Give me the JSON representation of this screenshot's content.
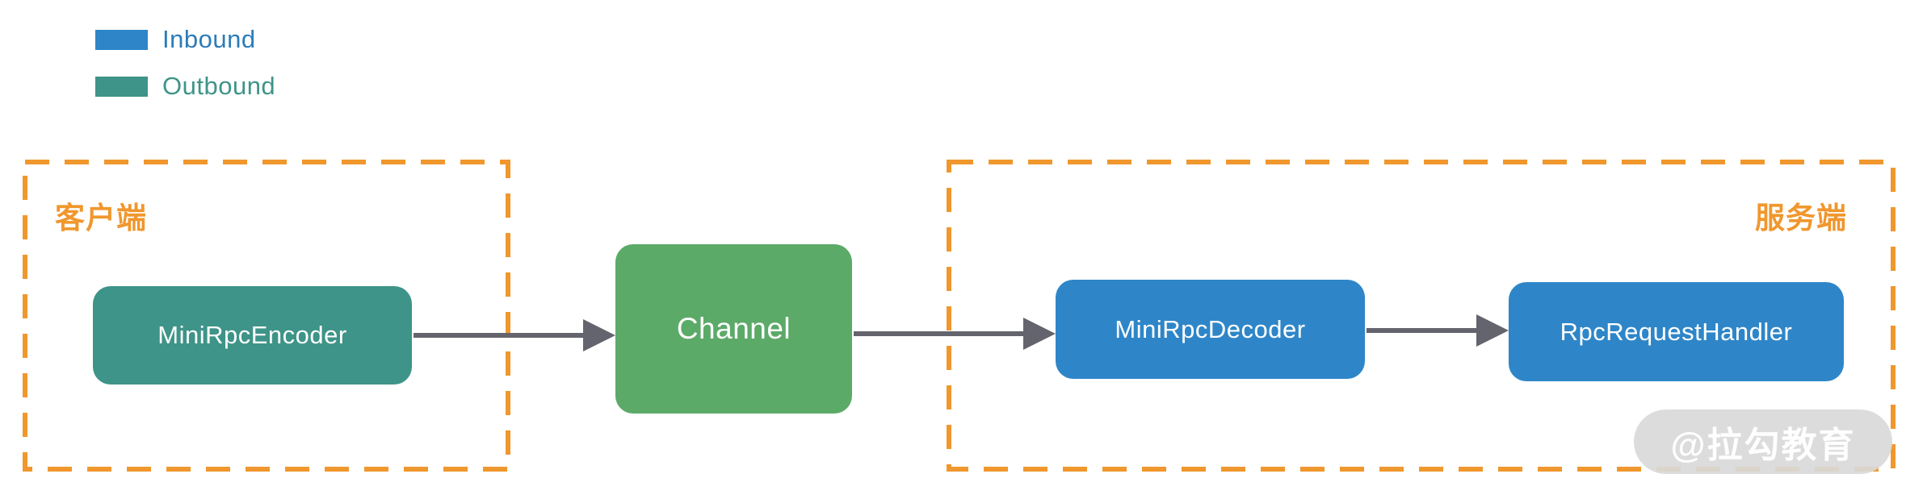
{
  "diagram": {
    "title_hint": "Netty-style RPC pipeline diagram",
    "legend": {
      "items": [
        {
          "name": "inbound",
          "label": "Inbound",
          "swatch_color": "#2e86c8",
          "text_color": "#2c7cb8"
        },
        {
          "name": "outbound",
          "label": "Outbound",
          "swatch_color": "#3e9488",
          "text_color": "#3e9488"
        }
      ]
    },
    "groups": [
      {
        "name": "client",
        "label": "客户端",
        "border_color": "#f0972d",
        "border_style": "dashed"
      },
      {
        "name": "server",
        "label": "服务端",
        "border_color": "#f0972d",
        "border_style": "dashed"
      }
    ],
    "nodes": [
      {
        "name": "mini-rpc-encoder",
        "label": "MiniRpcEncoder",
        "direction": "outbound",
        "color": "#3e9488",
        "group": "client"
      },
      {
        "name": "channel",
        "label": "Channel",
        "direction": "",
        "color": "#5caa68",
        "group": ""
      },
      {
        "name": "mini-rpc-decoder",
        "label": "MiniRpcDecoder",
        "direction": "inbound",
        "color": "#2e86c8",
        "group": "server"
      },
      {
        "name": "rpc-request-handler",
        "label": "RpcRequestHandler",
        "direction": "inbound",
        "color": "#2e86c8",
        "group": "server"
      }
    ],
    "edges": [
      {
        "from": "MiniRpcEncoder",
        "to": "Channel"
      },
      {
        "from": "Channel",
        "to": "MiniRpcDecoder"
      },
      {
        "from": "MiniRpcDecoder",
        "to": "RpcRequestHandler"
      }
    ],
    "colors": {
      "arrow": "#64646e",
      "group_border": "#f0972d",
      "group_label": "#f0972d",
      "watermark_bg": "#d9d9d9",
      "watermark_text": "#ffffff"
    },
    "watermark": {
      "text": "@拉勾教育"
    }
  }
}
